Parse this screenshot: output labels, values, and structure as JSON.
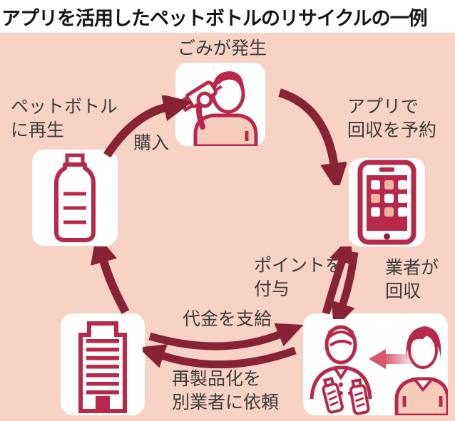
{
  "title": "アプリを活用したペットボトルのリサイクルの一例",
  "colors": {
    "background": "#f8d2c4",
    "crimson": "#b8284a",
    "maroon": "#872334",
    "text": "#3b3b3b",
    "card": "#ffffff",
    "salmon": "#f6cdbd"
  },
  "labels": {
    "trash": "ごみが発生",
    "app_line1": "アプリで",
    "app_line2": "回収を予約",
    "collector_line1": "業者が",
    "collector_line2": "回収",
    "points_line1": "ポイントを",
    "points_line2": "付与",
    "payment": "代金を支給",
    "remake_line1": "再製品化を",
    "remake_line2": "別業者に依頼",
    "recycle_line1": "ペットボトル",
    "recycle_line2": "に再生",
    "purchase": "購入"
  },
  "icons": {
    "top": "drinking-person-icon",
    "right": "smartphone-app-icon",
    "left": "pet-bottle-icon",
    "bottom_left": "office-building-icon",
    "bottom_right": "collector-receiving-bottles-icon"
  }
}
